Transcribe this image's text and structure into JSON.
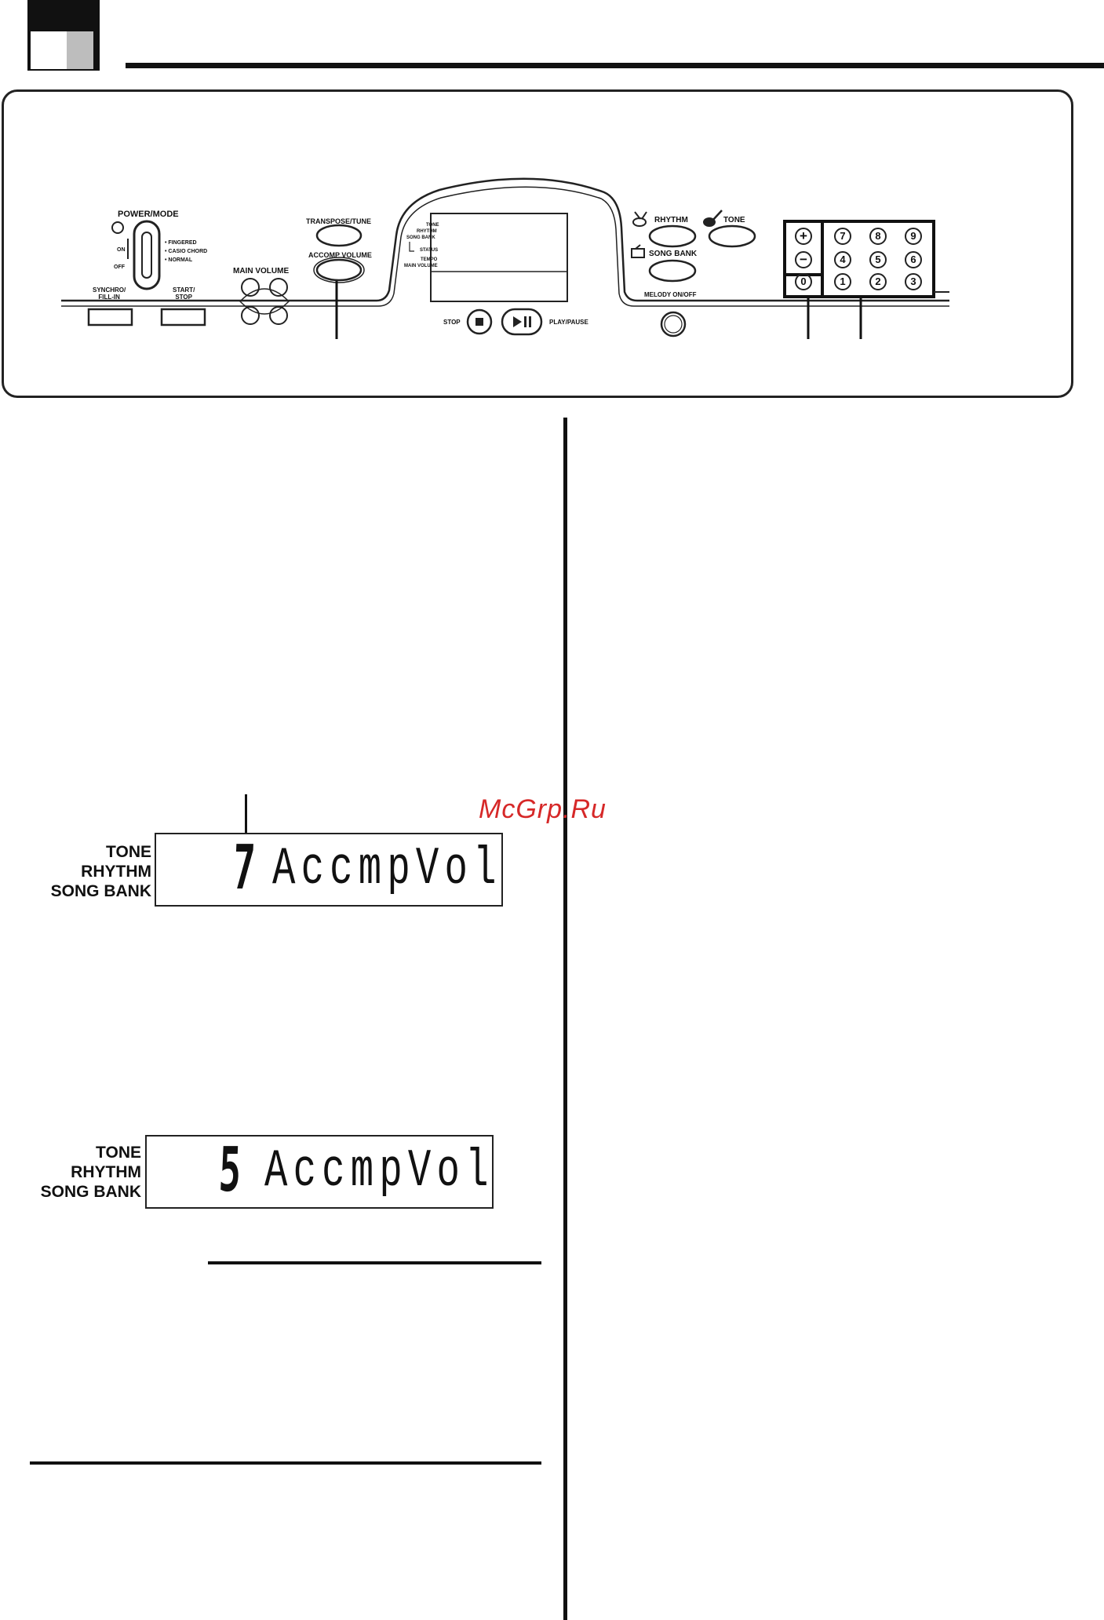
{
  "panel": {
    "power_mode": "POWER/MODE",
    "on": "ON",
    "off": "OFF",
    "fingered": "• FINGERED",
    "casio_chord": "• CASIO CHORD",
    "normal": "• NORMAL",
    "synchro": "SYNCHRO/\nFILL-IN",
    "start_stop": "START/\nSTOP",
    "main_volume": "MAIN VOLUME",
    "transpose": "TRANSPOSE/TUNE",
    "accomp_volume": "ACCOMP VOLUME",
    "display_tone": "TONE",
    "display_rhythm": "RHYTHM",
    "display_songbank": "SONG BANK",
    "display_status": "STATUS",
    "display_tempo": "TEMPO",
    "display_mainvol": "MAIN VOLUME",
    "stop": "STOP",
    "play_pause": "PLAY/PAUSE",
    "rhythm": "RHYTHM",
    "tone": "TONE",
    "song_bank": "SONG BANK",
    "melody": "MELODY ON/OFF",
    "plus": "+",
    "minus": "−",
    "keys_top": [
      "7",
      "8",
      "9"
    ],
    "keys_mid": [
      "4",
      "5",
      "6"
    ],
    "keys_bot": [
      "0",
      "1",
      "2",
      "3"
    ]
  },
  "watermark": "McGrp.Ru",
  "lcd1": {
    "labels": [
      "TONE",
      "RHYTHM",
      "SONG BANK"
    ],
    "value": "7",
    "text": "AccmpVol"
  },
  "lcd2": {
    "labels": [
      "TONE",
      "RHYTHM",
      "SONG BANK"
    ],
    "value": "5",
    "text": "AccmpVol"
  }
}
